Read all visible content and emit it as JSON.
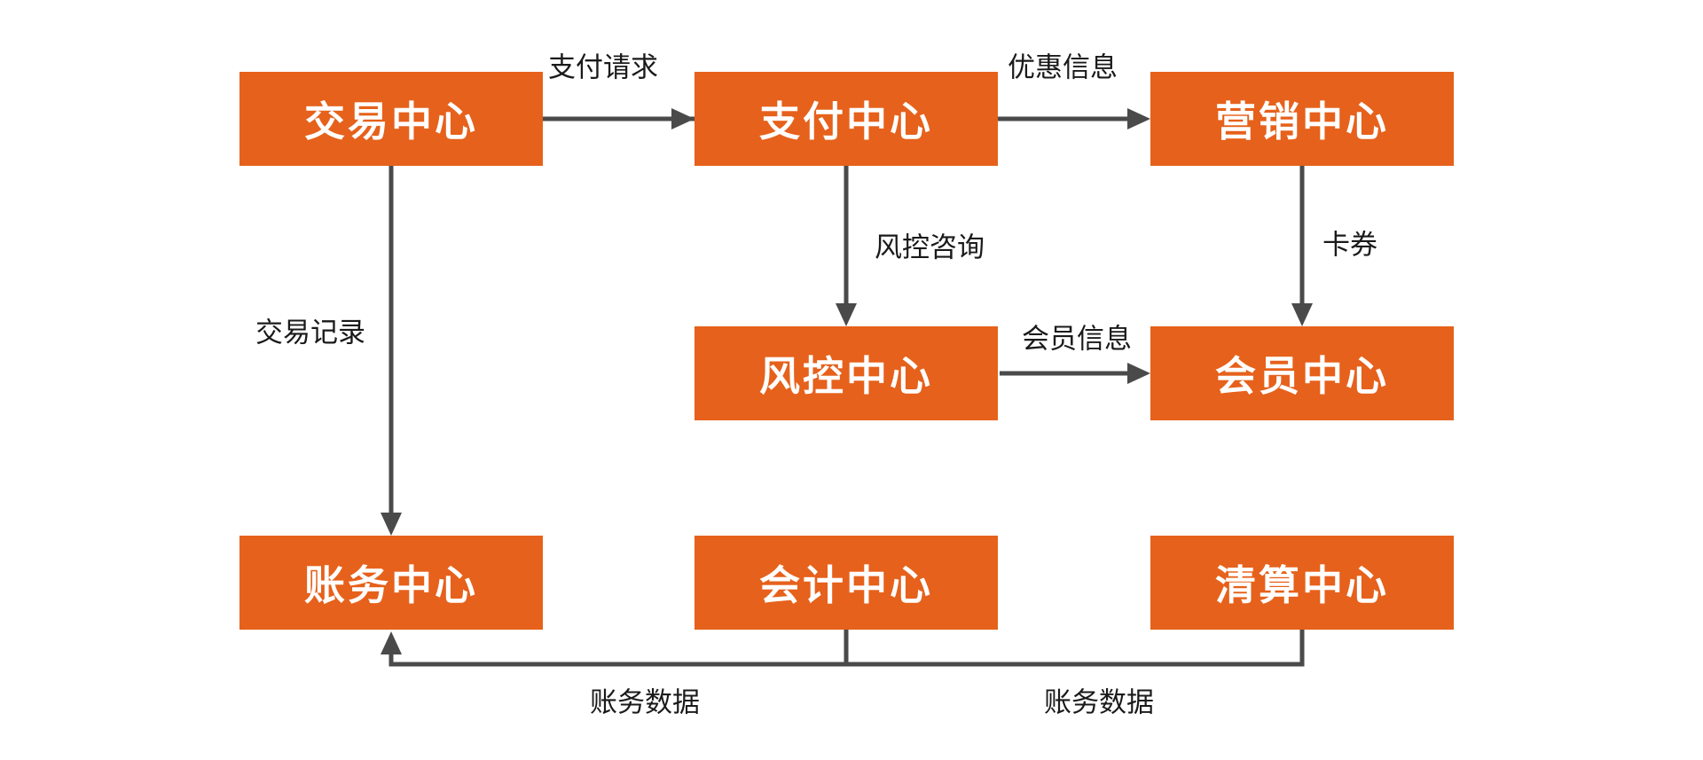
{
  "diagram": {
    "type": "flowchart",
    "colors": {
      "node_fill": "#E6611B",
      "node_text": "#FFFFFF",
      "connector": "#4A4A4A",
      "label_text": "#1A1A1A",
      "background": "#FFFFFF"
    },
    "nodes": [
      {
        "id": "trade-center",
        "label": "交易中心"
      },
      {
        "id": "payment-center",
        "label": "支付中心"
      },
      {
        "id": "marketing-center",
        "label": "营销中心"
      },
      {
        "id": "risk-center",
        "label": "风控中心"
      },
      {
        "id": "member-center",
        "label": "会员中心"
      },
      {
        "id": "billing-center",
        "label": "账务中心"
      },
      {
        "id": "accounting-center",
        "label": "会计中心"
      },
      {
        "id": "clearing-center",
        "label": "清算中心"
      }
    ],
    "edges": [
      {
        "from": "trade-center",
        "to": "payment-center",
        "label": "支付请求"
      },
      {
        "from": "payment-center",
        "to": "marketing-center",
        "label": "优惠信息"
      },
      {
        "from": "payment-center",
        "to": "risk-center",
        "label": "风控咨询"
      },
      {
        "from": "marketing-center",
        "to": "member-center",
        "label": "卡券"
      },
      {
        "from": "risk-center",
        "to": "member-center",
        "label": "会员信息"
      },
      {
        "from": "trade-center",
        "to": "billing-center",
        "label": "交易记录"
      },
      {
        "from": "accounting-center",
        "to": "billing-center",
        "label": "账务数据"
      },
      {
        "from": "clearing-center",
        "to": "billing-center",
        "label": "账务数据"
      }
    ]
  }
}
